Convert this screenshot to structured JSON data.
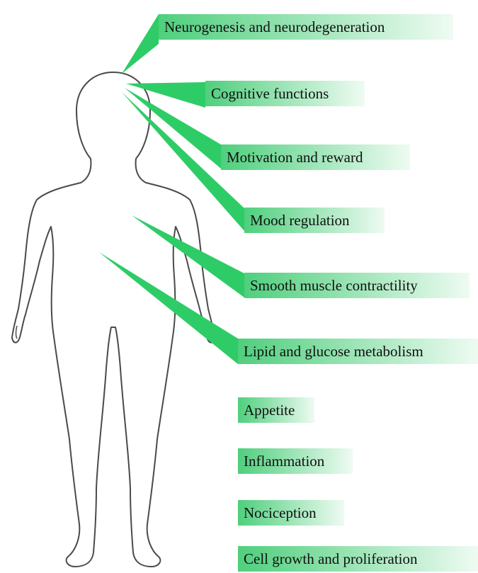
{
  "colors": {
    "label_fill_start": "#4fcf7d",
    "label_fill_end": "#eefbf2",
    "pointer_fill": "#2ecc67",
    "body_outline": "#4a4a4a"
  },
  "labels": [
    {
      "id": "neurogenesis",
      "text": "Neurogenesis and neurodegeneration"
    },
    {
      "id": "cognitive",
      "text": "Cognitive functions"
    },
    {
      "id": "motivation",
      "text": "Motivation and reward"
    },
    {
      "id": "mood",
      "text": "Mood regulation"
    },
    {
      "id": "smooth-muscle",
      "text": "Smooth muscle contractility"
    },
    {
      "id": "lipid-glucose",
      "text": "Lipid and glucose metabolism"
    },
    {
      "id": "appetite",
      "text": "Appetite"
    },
    {
      "id": "inflammation",
      "text": "Inflammation"
    },
    {
      "id": "nociception",
      "text": "Nociception"
    },
    {
      "id": "cell-growth",
      "text": "Cell growth and proliferation"
    }
  ]
}
